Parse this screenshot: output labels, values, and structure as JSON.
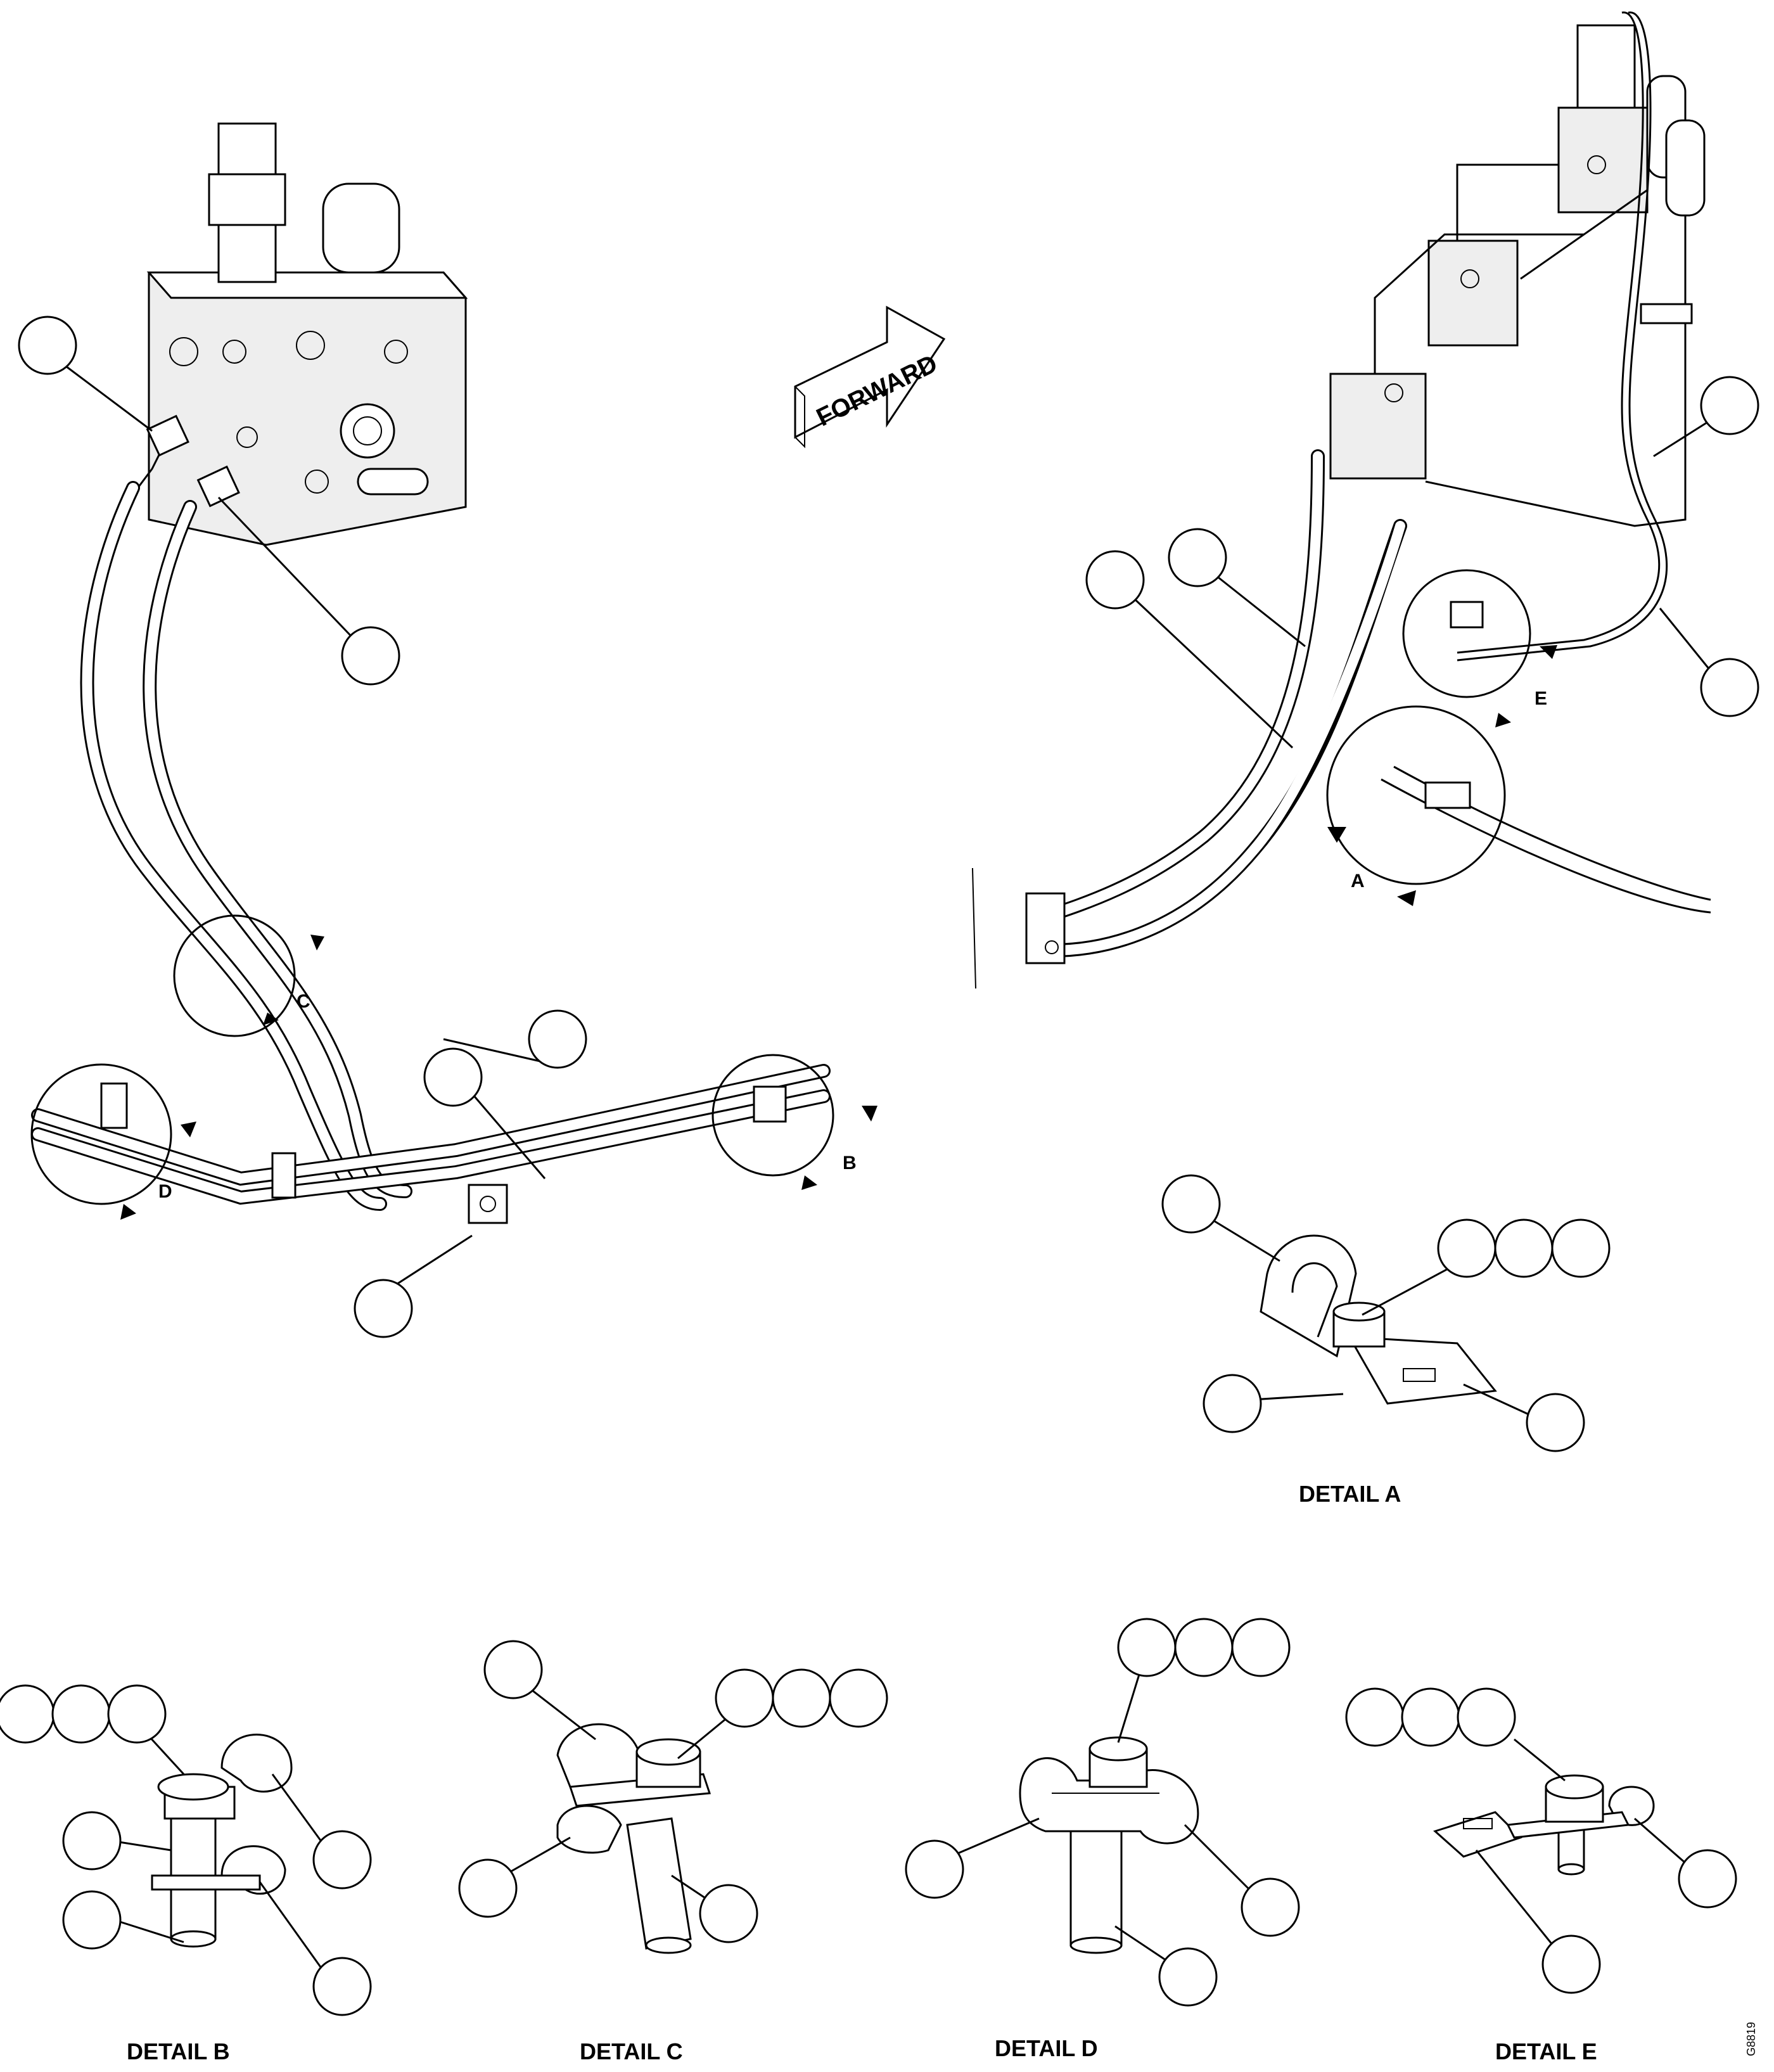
{
  "forward_label": "FORWARD",
  "detail_callouts": [
    "A",
    "B",
    "C",
    "D",
    "E"
  ],
  "detail_titles": {
    "a": "DETAIL A",
    "b": "DETAIL B",
    "c": "DETAIL C",
    "d": "DETAIL D",
    "e": "DETAIL E"
  },
  "figure_id": "G8819"
}
